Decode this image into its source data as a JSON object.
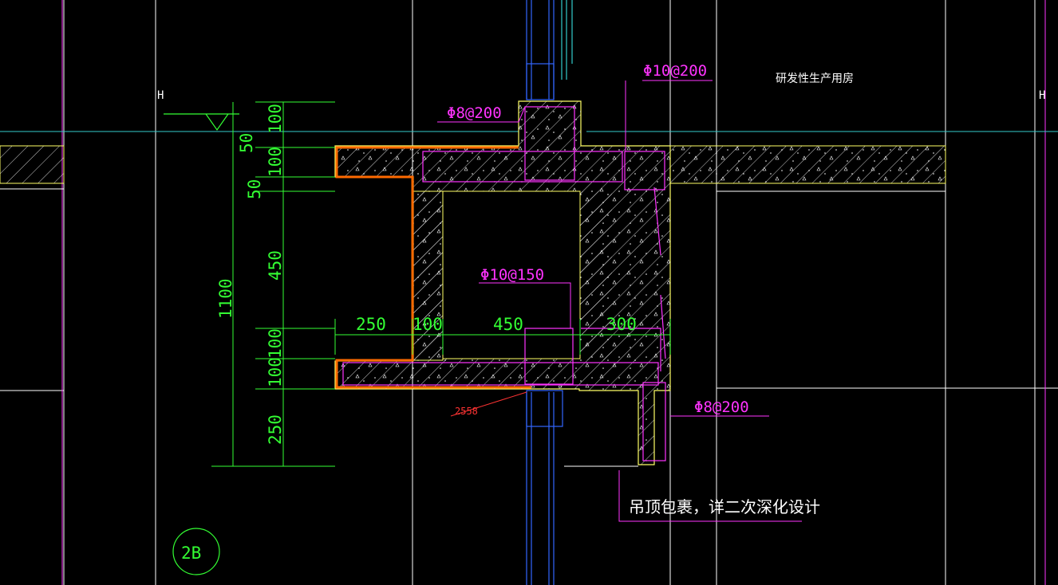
{
  "drawing": {
    "background": "#000000",
    "colors": {
      "grid": "#ffffff",
      "dimension": "#33ff33",
      "rebar": "#ff33ff",
      "outline": "#ffff66",
      "highlight": "#ff6a00",
      "window": "#3366ff",
      "leader_red": "#ff3333",
      "cyan": "#33cccc"
    },
    "axis_left": "H",
    "axis_right": "H",
    "room_label": "研发性生产用房",
    "note": "吊顶包裹，详二次深化设计",
    "detail_mark": "2B",
    "red_tag": "2558",
    "rebar_labels": {
      "top_right": "Φ10@200",
      "top_left": "Φ8@200",
      "middle": "Φ10@150",
      "bottom_right": "Φ8@200"
    },
    "vertical_dims": {
      "total": "1100",
      "outer": [
        "50",
        "50"
      ],
      "inner": [
        "100",
        "100",
        "450",
        "100",
        "100",
        "250"
      ]
    },
    "horizontal_dims": [
      "250",
      "100",
      "450",
      "300"
    ]
  }
}
